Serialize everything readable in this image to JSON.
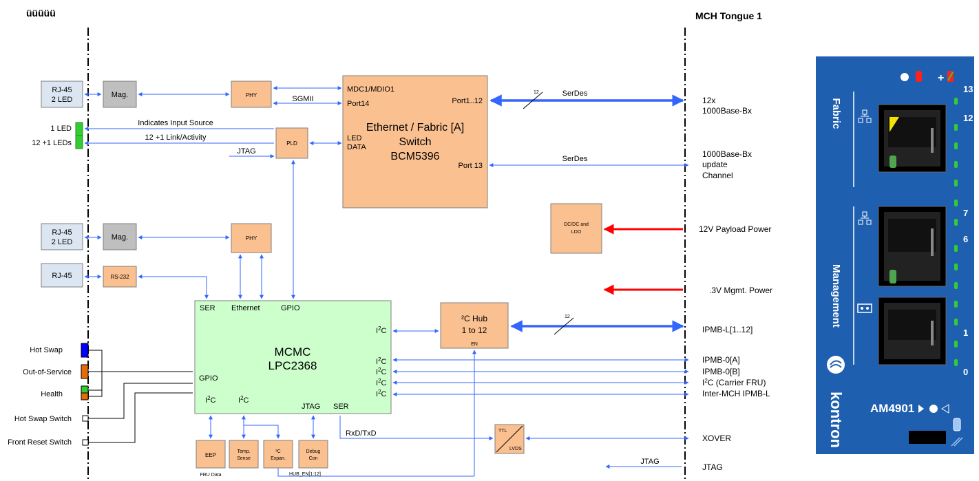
{
  "header": {
    "left_title": "üüüüü",
    "right_title": "MCH Tongue 1"
  },
  "left_blocks": {
    "rj45_top": [
      "RJ-45",
      "2 LED"
    ],
    "rj45_mid": [
      "RJ-45",
      "2 LED"
    ],
    "rj45_bottom": "RJ-45",
    "mag": "Mag.",
    "rs232": "RS-232",
    "phy": "PHY",
    "pld": "PLD",
    "led1": "1 LED",
    "led12": "12 +1 LEDs",
    "hot_swap": "Hot Swap",
    "out_of_service": "Out-of-Service",
    "health": "Health",
    "hot_swap_switch": "Hot Swap Switch",
    "front_reset_switch": "Front Reset Switch"
  },
  "switch": {
    "title_lines": [
      "Ethernet / Fabric [A]",
      "Switch",
      "BCM5396"
    ],
    "mdc": "MDC1/MDIO1",
    "port14": "Port14",
    "port1_12": "Port1..12",
    "led": "LED",
    "data": "DATA",
    "port13": "Port 13"
  },
  "signals": {
    "sgmii": "SGMII",
    "indicates_input": "Indicates Input Source",
    "link_activity": "12 +1 Link/Activity",
    "jtag": "JTAG",
    "serdes": "SerDes",
    "bus_width": "12",
    "rxd_txd": "RxD/TxD",
    "hub_en": "HUB_EN[1:12]"
  },
  "mcmc": {
    "title_lines": [
      "MCMC",
      "LPC2368"
    ],
    "ser": "SER",
    "ethernet": "Ethernet",
    "gpio": "GPIO",
    "i2c": "I",
    "jtag": "JTAG"
  },
  "i2c_hub": {
    "lines": [
      "²C Hub",
      "1 to 12"
    ],
    "en": "EN"
  },
  "dcdc": [
    "DC/DC and",
    "LDO"
  ],
  "ttl_lvds": [
    "TTL",
    "LVDS"
  ],
  "bottom_blocks": {
    "eep": "EEP",
    "fru_data": "FRU Data",
    "temp": [
      "Temp.",
      "Sense"
    ],
    "expan": [
      "²C",
      "Expan."
    ],
    "debug": [
      "Debug",
      "Con"
    ]
  },
  "right_labels": {
    "fabric_line1": "12x",
    "fabric_line2": "1000Base-Bx",
    "update_lines": [
      "1000Base-Bx",
      "update",
      "Channel"
    ],
    "payload_power": "12V Payload Power",
    "mgmt_power": ".3V Mgmt.  Power",
    "ipmb_l": "IPMB-L[1..12]",
    "ipmb0a": "IPMB-0[A]",
    "ipmb0b": "IPMB-0[B]",
    "i2c_carrier": "C (Carrier FRU)",
    "inter_mch": "Inter-MCH IPMB-L",
    "xover": "XOVER",
    "jtag": "JTAG"
  },
  "panel": {
    "fabric": "Fabric",
    "management": "Management",
    "brand": "kontron",
    "model": "AM4901",
    "port_numbers": [
      "13",
      "12",
      "7",
      "6",
      "1",
      "0"
    ]
  },
  "colors": {
    "orange": "#FAC090",
    "green_block": "#CCFFCC",
    "grey_block": "#BFBFBF",
    "rj_block": "#DCE6F2",
    "arrow_blue": "#3366FF",
    "power_red": "#FF0000",
    "panel_blue": "#1F5FB0",
    "led_green": "#33CC33"
  }
}
